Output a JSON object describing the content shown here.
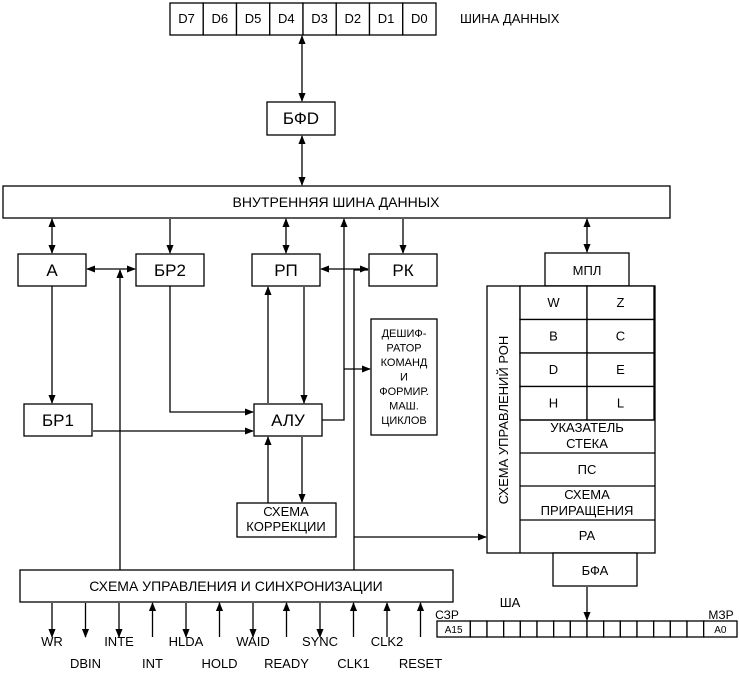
{
  "data_bus": {
    "bits": [
      "D7",
      "D6",
      "D5",
      "D4",
      "D3",
      "D2",
      "D1",
      "D0"
    ],
    "label": "ШИНА ДАННЫХ"
  },
  "blocks": {
    "bfd": "БФD",
    "internal_bus": "ВНУТРЕННЯЯ ШИНА ДАННЫХ",
    "a": "А",
    "br2": "БР2",
    "rp": "РП",
    "rk": "РК",
    "br1": "БР1",
    "alu": "АЛУ",
    "correction": [
      "СХЕМА",
      "КОРРЕКЦИИ"
    ],
    "decoder": [
      "ДЕШИФ-",
      "РАТОР",
      "КОМАНД",
      "И",
      "ФОРМИР.",
      "МАШ.",
      "ЦИКЛОВ"
    ],
    "control": "СХЕМА УПРАВЛЕНИЯ И СИНХРОНИЗАЦИИ",
    "mpl": "МПЛ",
    "ron_control": "СХЕМА УПРАВЛЕНИЙ РОН",
    "registers": [
      [
        "W",
        "Z"
      ],
      [
        "B",
        "C"
      ],
      [
        "D",
        "E"
      ],
      [
        "H",
        "L"
      ]
    ],
    "stack_pointer": [
      "УКАЗАТЕЛЬ",
      "СТЕКА"
    ],
    "pc": "ПС",
    "increment": [
      "СХЕМА",
      "ПРИРАЩЕНИЯ"
    ],
    "ra": "РА",
    "bfa": "БФА"
  },
  "address_bus": {
    "label": "ША",
    "msb_label": "СЗР",
    "lsb_label": "МЗР",
    "first_bit": "A15",
    "last_bit": "A0",
    "cell_count": 16
  },
  "signals": [
    {
      "label": "WR",
      "dir": "out"
    },
    {
      "label": "DBIN",
      "dir": "out"
    },
    {
      "label": "INTE",
      "dir": "out"
    },
    {
      "label": "INT",
      "dir": "in"
    },
    {
      "label": "HLDA",
      "dir": "out"
    },
    {
      "label": "HOLD",
      "dir": "in"
    },
    {
      "label": "WAID",
      "dir": "out"
    },
    {
      "label": "READY",
      "dir": "in"
    },
    {
      "label": "SYNC",
      "dir": "out"
    },
    {
      "label": "CLK1",
      "dir": "in"
    },
    {
      "label": "CLK2",
      "dir": "in"
    },
    {
      "label": "RESET",
      "dir": "in"
    }
  ]
}
